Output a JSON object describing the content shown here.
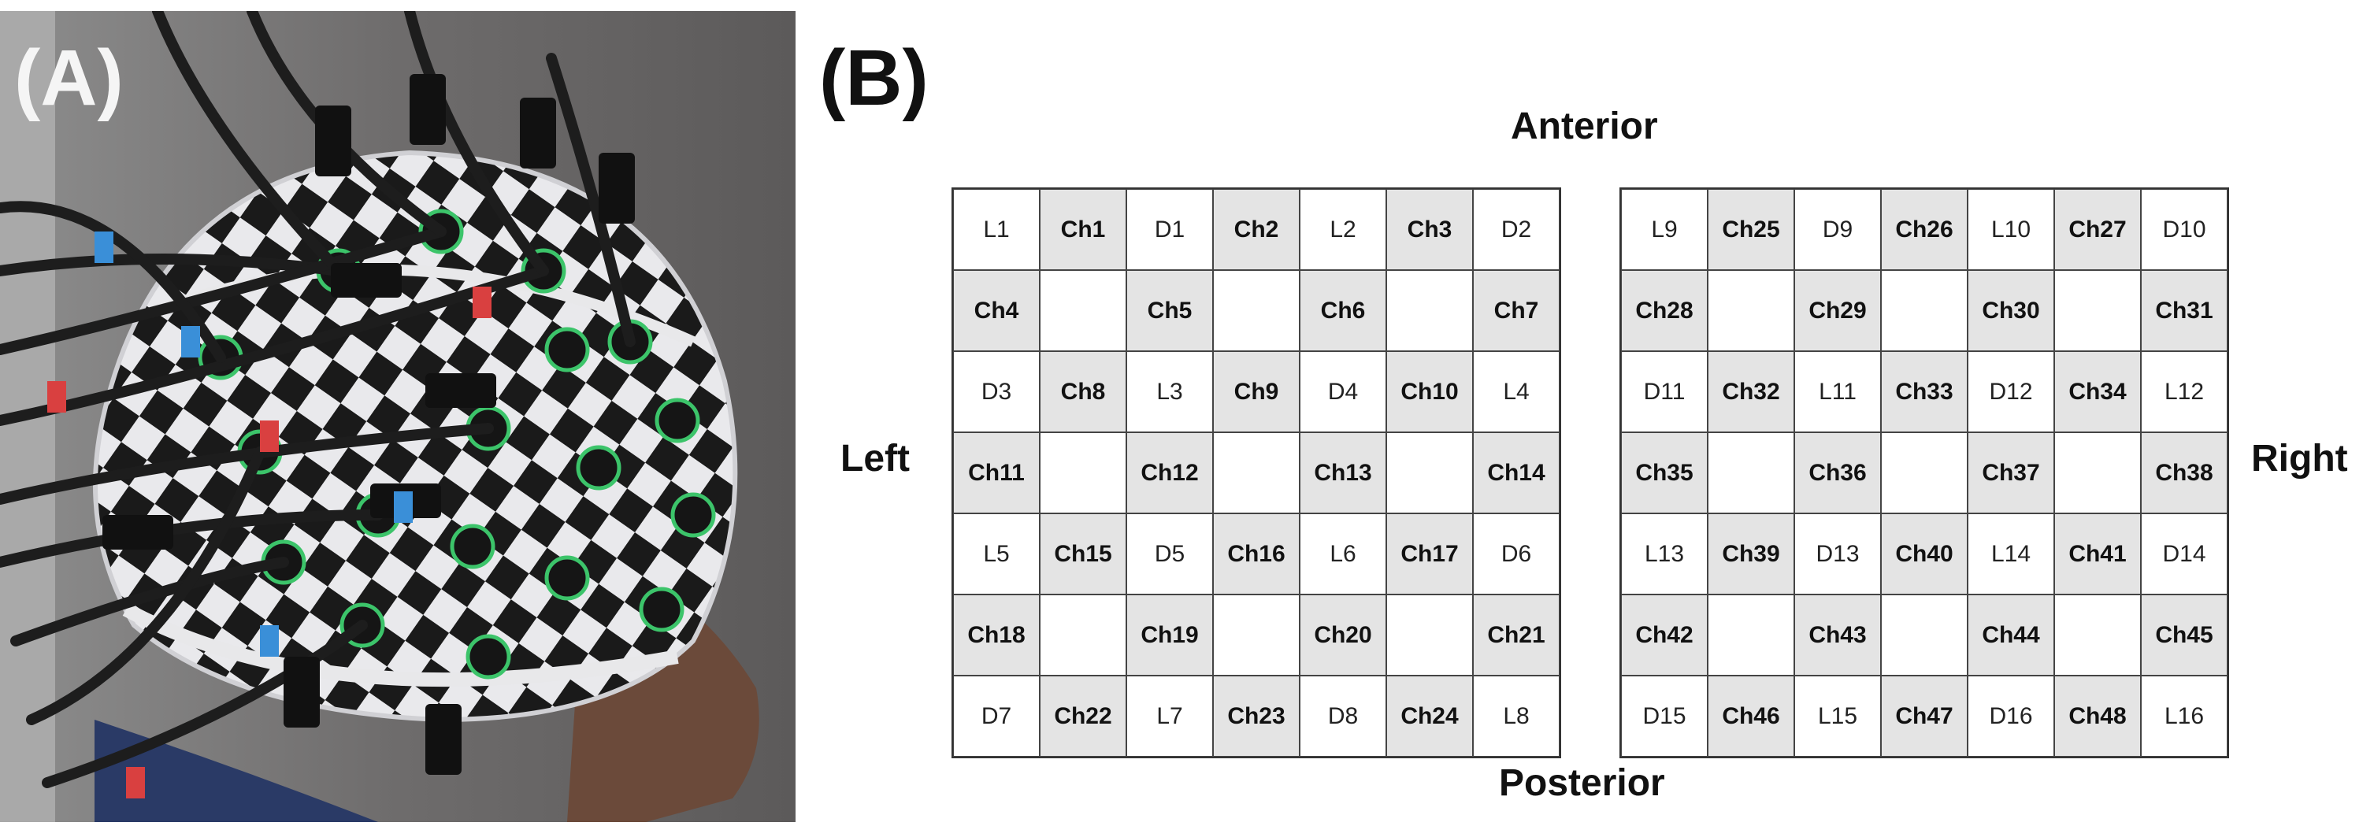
{
  "panels": {
    "a_label": "(A)",
    "b_label": "(B)"
  },
  "directions": {
    "anterior": "Anterior",
    "posterior": "Posterior",
    "left": "Left",
    "right": "Right"
  },
  "colors": {
    "channel_fill": "#e4e4e4",
    "optode_fill": "#ffffff",
    "grid_line": "#444444"
  },
  "grids": [
    {
      "name": "left-hemisphere",
      "rows": [
        [
          "L1",
          "Ch1",
          "D1",
          "Ch2",
          "L2",
          "Ch3",
          "D2"
        ],
        [
          "Ch4",
          "",
          "Ch5",
          "",
          "Ch6",
          "",
          "Ch7"
        ],
        [
          "D3",
          "Ch8",
          "L3",
          "Ch9",
          "D4",
          "Ch10",
          "L4"
        ],
        [
          "Ch11",
          "",
          "Ch12",
          "",
          "Ch13",
          "",
          "Ch14"
        ],
        [
          "L5",
          "Ch15",
          "D5",
          "Ch16",
          "L6",
          "Ch17",
          "D6"
        ],
        [
          "Ch18",
          "",
          "Ch19",
          "",
          "Ch20",
          "",
          "Ch21"
        ],
        [
          "D7",
          "Ch22",
          "L7",
          "Ch23",
          "D8",
          "Ch24",
          "L8"
        ]
      ]
    },
    {
      "name": "right-hemisphere",
      "rows": [
        [
          "L9",
          "Ch25",
          "D9",
          "Ch26",
          "L10",
          "Ch27",
          "D10"
        ],
        [
          "Ch28",
          "",
          "Ch29",
          "",
          "Ch30",
          "",
          "Ch31"
        ],
        [
          "D11",
          "Ch32",
          "L11",
          "Ch33",
          "D12",
          "Ch34",
          "L12"
        ],
        [
          "Ch35",
          "",
          "Ch36",
          "",
          "Ch37",
          "",
          "Ch38"
        ],
        [
          "L13",
          "Ch39",
          "D13",
          "Ch40",
          "L14",
          "Ch41",
          "D14"
        ],
        [
          "Ch42",
          "",
          "Ch43",
          "",
          "Ch44",
          "",
          "Ch45"
        ],
        [
          "D15",
          "Ch46",
          "L15",
          "Ch47",
          "D16",
          "Ch48",
          "L16"
        ]
      ]
    }
  ]
}
